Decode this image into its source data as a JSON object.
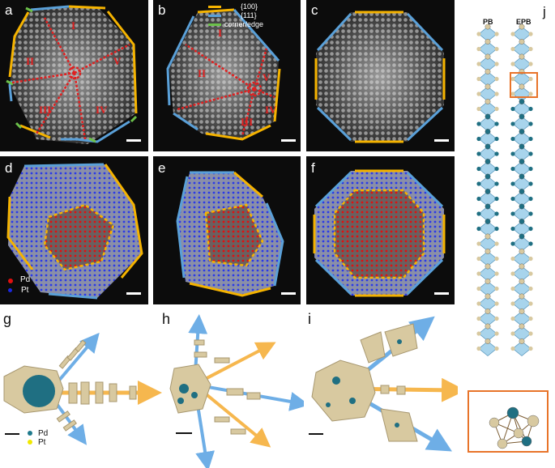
{
  "panel_labels": {
    "a": "a",
    "b": "b",
    "c": "c",
    "d": "d",
    "e": "e",
    "f": "f",
    "g": "g",
    "h": "h",
    "i": "i",
    "j": "j"
  },
  "facet_legend": [
    {
      "label": "{100}",
      "color": "#f5b300"
    },
    {
      "label": "{111}",
      "color": "#5aa0d8"
    },
    {
      "label": "corner/edge",
      "color": "#6cc04a"
    }
  ],
  "domains_a": [
    "I",
    "II",
    "III",
    "IV",
    "V"
  ],
  "domains_b": [
    "I",
    "II",
    "III",
    "IV",
    "V"
  ],
  "atom_legend_d": [
    {
      "label": "Pd",
      "color": "#e01010"
    },
    {
      "label": "Pt",
      "color": "#1a28e0"
    }
  ],
  "atom_legend_g": [
    {
      "label": "Pd",
      "color": "#1f7a8c"
    },
    {
      "label": "Pt",
      "color": "#f0e800"
    }
  ],
  "j_headers": {
    "pb": "PB",
    "epb": "EPB"
  },
  "colors": {
    "pd_3d": "#1f6f82",
    "pt_3d": "#d8c9a0",
    "arrow_111": "#4a9be0",
    "arrow_100": "#f5a623",
    "highlight": "#e8742a"
  }
}
